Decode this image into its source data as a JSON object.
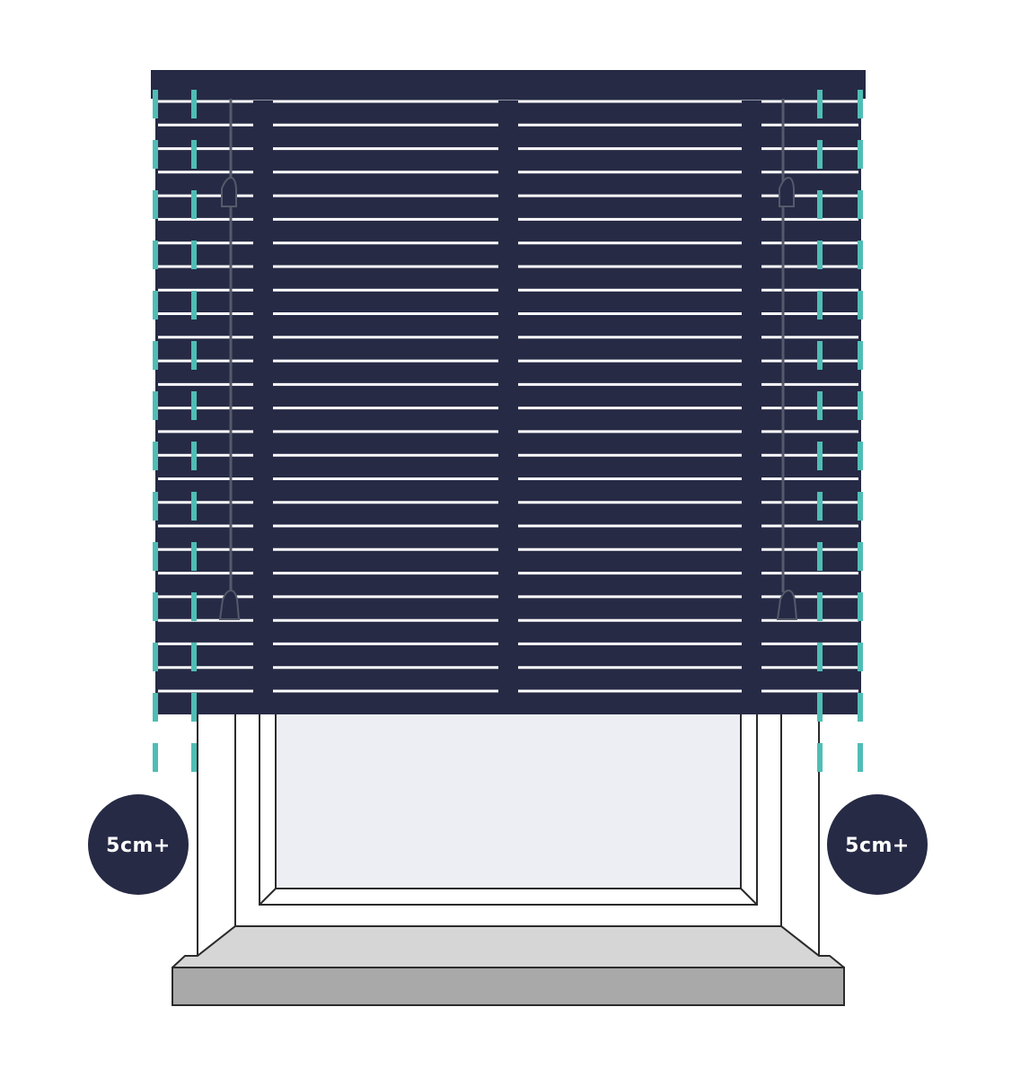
{
  "colors": {
    "blind": "#262a45",
    "slat_highlight": "#ffffff",
    "dash_accent": "#4fbdb5",
    "frame_stroke": "#2b2b2b",
    "glass": "#eceef4",
    "sill_top": "#d6d6d6",
    "sill_front": "#a9a9a9",
    "badge": "#262a45"
  },
  "badges": {
    "left": {
      "label": "5cm+"
    },
    "right": {
      "label": "5cm+"
    }
  },
  "diagram": {
    "slat_count": 26,
    "icons": [
      "left-tilt-wand-icon",
      "right-tilt-wand-icon",
      "left-cord-acorn-icon",
      "right-cord-acorn-icon"
    ]
  }
}
